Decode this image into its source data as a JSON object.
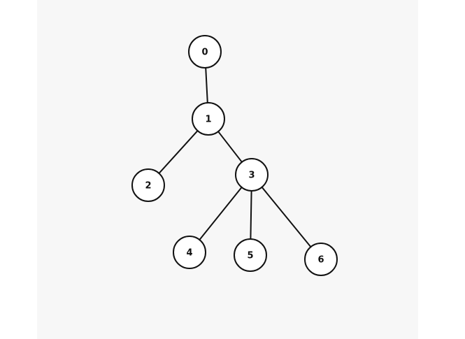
{
  "diagram": {
    "type": "tree",
    "nodes": [
      {
        "id": "0",
        "label": "0"
      },
      {
        "id": "1",
        "label": "1"
      },
      {
        "id": "2",
        "label": "2"
      },
      {
        "id": "3",
        "label": "3"
      },
      {
        "id": "4",
        "label": "4"
      },
      {
        "id": "5",
        "label": "5"
      },
      {
        "id": "6",
        "label": "6"
      }
    ],
    "edges": [
      {
        "from": "0",
        "to": "1"
      },
      {
        "from": "1",
        "to": "2"
      },
      {
        "from": "1",
        "to": "3"
      },
      {
        "from": "3",
        "to": "4"
      },
      {
        "from": "3",
        "to": "5"
      },
      {
        "from": "3",
        "to": "6"
      }
    ]
  },
  "colors": {
    "panel_background": "#f7f7f7",
    "page_background": "#ffffff",
    "stroke": "#111111",
    "node_fill": "#ffffff"
  }
}
